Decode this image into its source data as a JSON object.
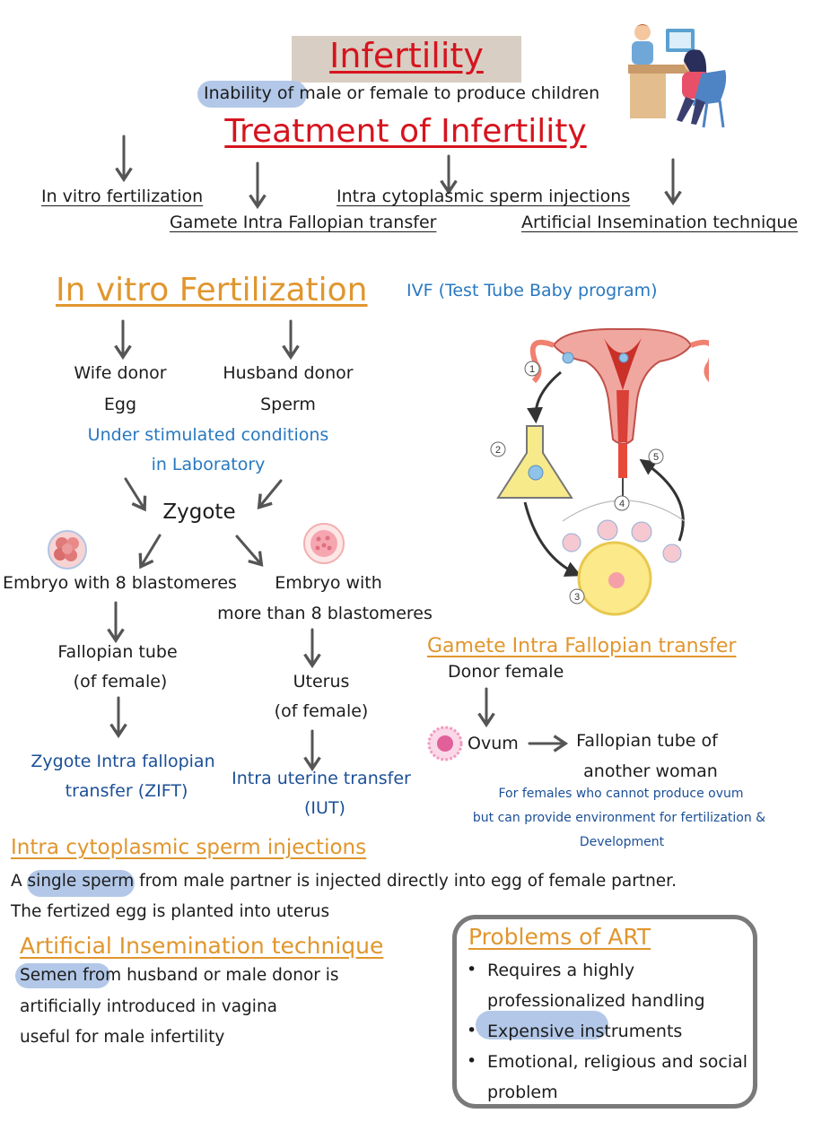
{
  "title": "Infertility",
  "definition": {
    "highlight": "Inability of",
    "rest": " male or female to produce children"
  },
  "treatment_title": "Treatment of Infertility",
  "treatments": {
    "ivf": "In vitro fertilization",
    "gift": "Gamete Intra Fallopian transfer",
    "icsi": "Intra cytoplasmic sperm injections",
    "ai": "Artificial Insemination technique"
  },
  "ivf": {
    "title": "In vitro Fertilization",
    "alias": "IVF (Test Tube Baby program)",
    "wife": [
      "Wife donor",
      "Egg"
    ],
    "husband": [
      "Husband donor",
      "Sperm"
    ],
    "conditions": [
      "Under stimulated conditions",
      "in Laboratory"
    ],
    "zygote": "Zygote",
    "embryo8": "Embryo with 8 blastomeres",
    "embryo_more": [
      "Embryo with",
      "more than 8 blastomeres"
    ],
    "fallopian": [
      "Fallopian tube",
      "(of female)"
    ],
    "uterus": [
      "Uterus",
      "(of female)"
    ],
    "zift": [
      "Zygote Intra fallopian",
      "transfer (ZIFT)"
    ],
    "iut": [
      "Intra uterine transfer",
      "(IUT)"
    ]
  },
  "figure": {
    "labels": [
      "1",
      "2",
      "3",
      "4",
      "5"
    ]
  },
  "gift": {
    "title": "Gamete Intra Fallopian transfer",
    "donor": "Donor female",
    "ovum": "Ovum",
    "target": [
      "Fallopian tube of",
      "another woman"
    ],
    "note": [
      "For females who cannot produce ovum",
      "but can provide environment for fertilization &",
      "Development"
    ]
  },
  "icsi": {
    "title": "Intra cytoplasmic sperm injections",
    "line1_pre": "A ",
    "line1_hl": "single sperm",
    "line1_post": " from male partner is injected directly into egg of female partner.",
    "line2": "The fertized egg is planted into uterus"
  },
  "ai": {
    "title": "Artificial Insemination technique",
    "line1_hl": "Semen from",
    "line1_post": " husband or male donor is",
    "line2": "artificially introduced in vagina",
    "line3": "useful for male infertility"
  },
  "problems": {
    "title": "Problems of ART",
    "items": [
      [
        "Requires a highly",
        "professionalized handling"
      ],
      [
        "Expensive instruments"
      ],
      [
        "Emotional, religious and social",
        "problem"
      ]
    ]
  },
  "colors": {
    "title_red": "#d6141e",
    "heading_orange": "#e0962e",
    "text_blue": "#2878c0",
    "note_navy": "#1b4f96",
    "highlight": "#b3c8e8"
  }
}
